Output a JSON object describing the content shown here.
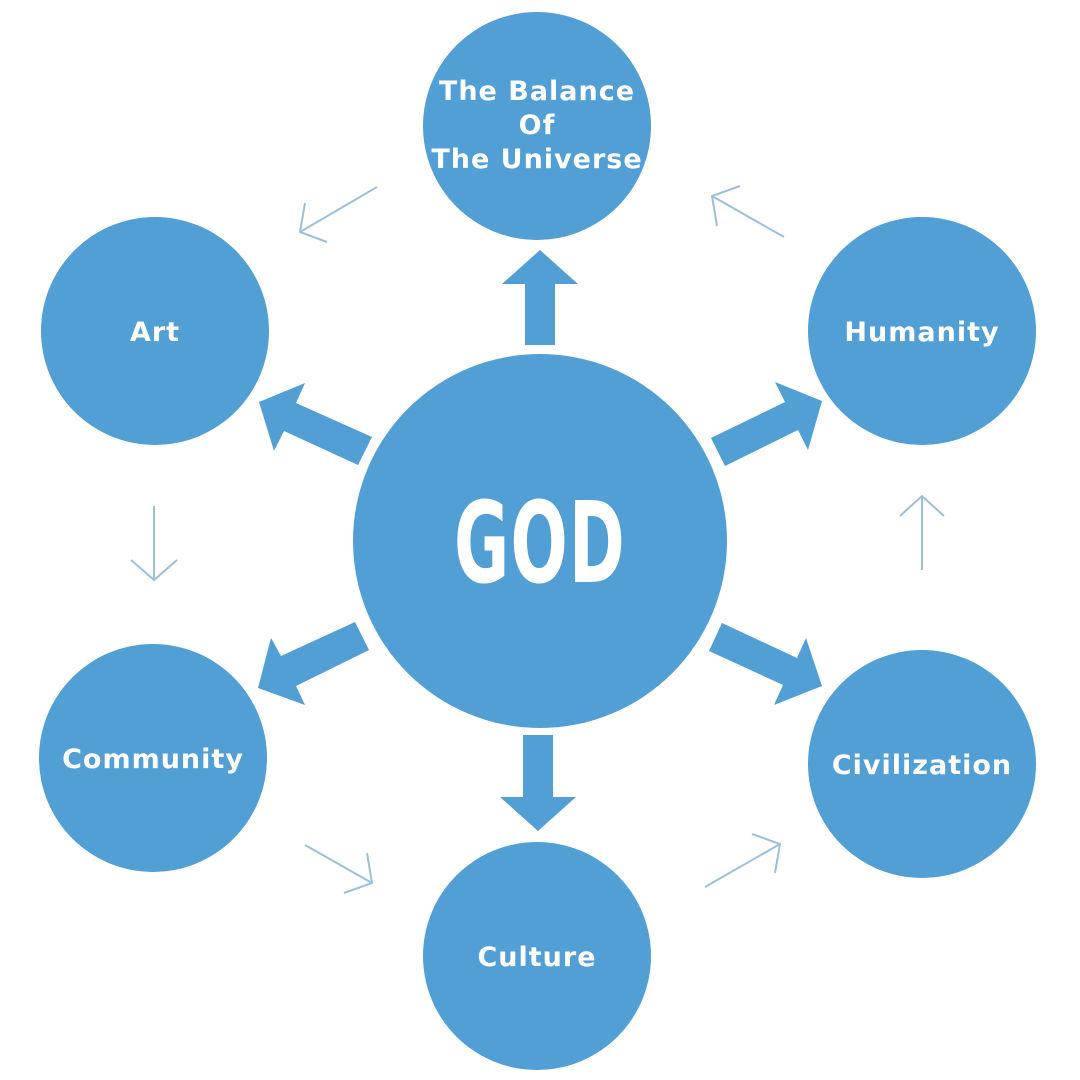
{
  "colors": {
    "node": "#529fd6",
    "thin_arrow": "#9dbfda",
    "text": "#ffffff",
    "background": "#ffffff"
  },
  "center": {
    "label": "GOD"
  },
  "nodes": [
    {
      "id": "balance",
      "lines": [
        "The Balance",
        "Of",
        "The Universe"
      ]
    },
    {
      "id": "humanity",
      "lines": [
        "Humanity"
      ]
    },
    {
      "id": "civilization",
      "lines": [
        "Civilization"
      ]
    },
    {
      "id": "culture",
      "lines": [
        "Culture"
      ]
    },
    {
      "id": "community",
      "lines": [
        "Community"
      ]
    },
    {
      "id": "art",
      "lines": [
        "Art"
      ]
    }
  ]
}
